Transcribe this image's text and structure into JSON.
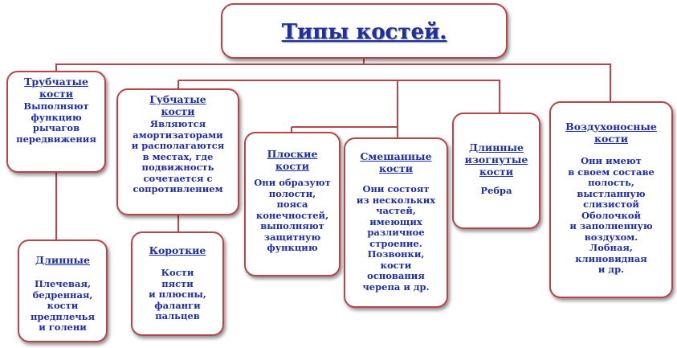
{
  "root": {
    "title": "Типы костей."
  },
  "nodes": {
    "tubular": {
      "title": "Трубчатые\nкости",
      "text": "Выполняют\nфункцию\nрычагов\nпередвижения"
    },
    "spongy": {
      "title": "Губчатые\nкости",
      "text": "Являются\nамортизаторами\nи располагаются\nв местах, где\nподвижность\nсочетается с\nсопротивлением"
    },
    "flat": {
      "title": "Плоские\nкости",
      "text": "Они образуют\nполости,\nпояса\nконечностей,\nвыполняют\nзащитную\nфункцию"
    },
    "mixed": {
      "title": "Смешанные\nкости",
      "text": "Они состоят\nиз нескольких\nчастей,\nимеющих\nразличное\nстроение.\nПозвонки,\nкости\nоснования\nчерепа и др."
    },
    "curved": {
      "title": "Длинные\nизогнутые\nкости",
      "text": "Ребра"
    },
    "air": {
      "title": "Воздухоносные\nкости",
      "text": "Они имеют\nв своем составе\nполость,\nвыстланную\nслизистой\nОболочкой\nи заполненную\nвоздухом.\nЛобная,\nклиновидная\nи др."
    },
    "long": {
      "title": "Длинные",
      "text": "Плечевая,\nбедренная,\nкости\nпредплечья\nи голени"
    },
    "short": {
      "title": "Короткие",
      "text": "Кости\nпясти\nи плюсны,\nфаланги\nпальцев"
    }
  },
  "colors": {
    "line": "#b5464a",
    "text": "#1f2f9c",
    "border": "#b5464a"
  }
}
